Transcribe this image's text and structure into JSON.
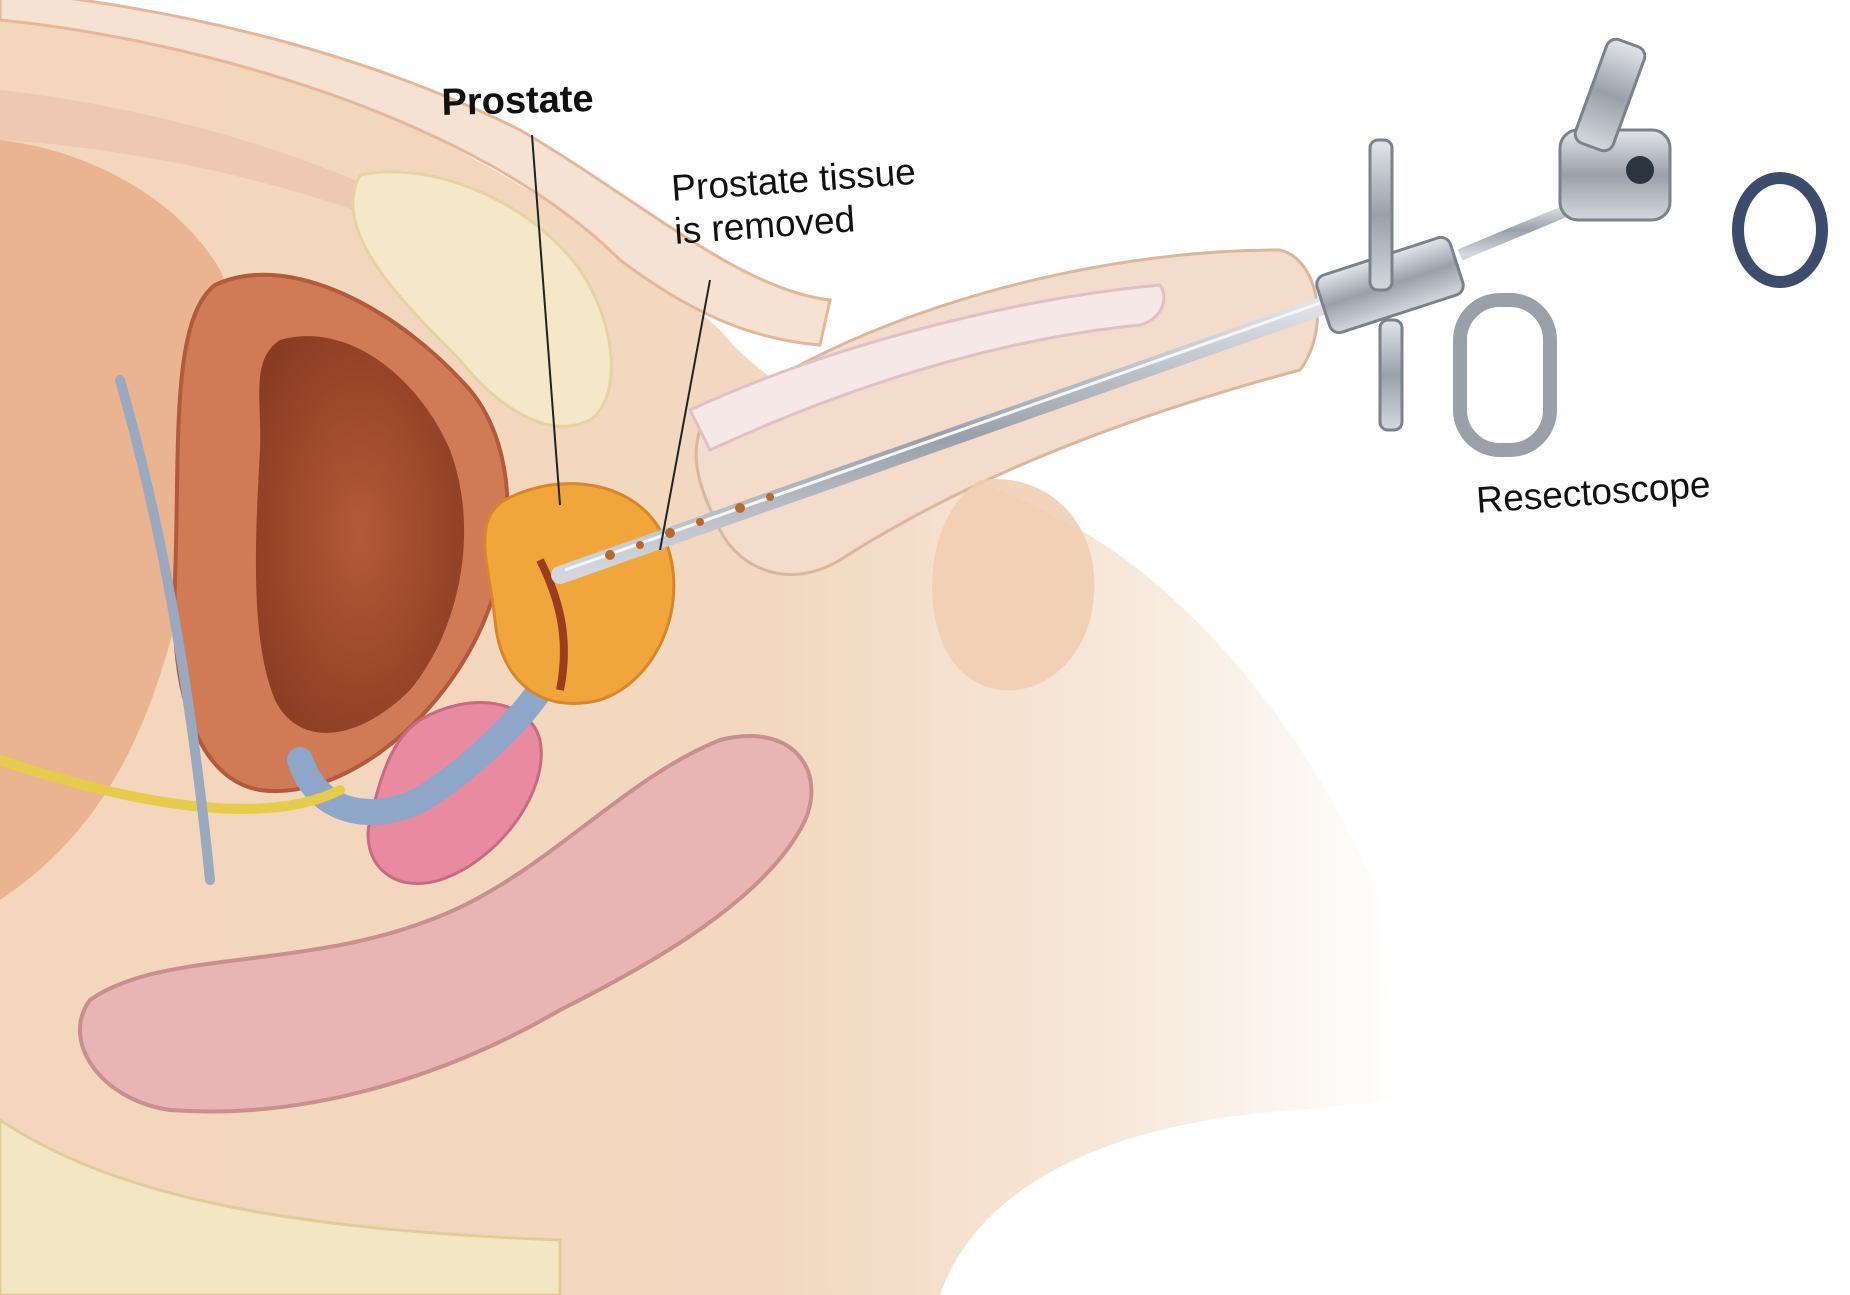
{
  "labels": {
    "prostate": "Prostate",
    "tissue_line1": "Prostate tissue",
    "tissue_line2": "is removed",
    "resectoscope": "Resectoscope"
  },
  "colors": {
    "skin": "#f4d9bf",
    "prostate": "#f0a63a",
    "bladder_wall": "#c86a4a",
    "bladder_lumen": "#a64a2c",
    "rectum": "#e8b4b4",
    "vein": "#8ea6c8",
    "nerve": "#e6cc4a",
    "bone": "#f3e6c2",
    "metal": "#b5bac2"
  }
}
